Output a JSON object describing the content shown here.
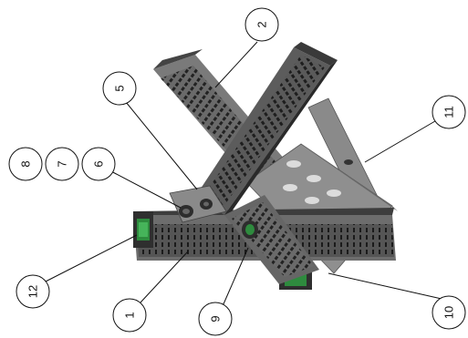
{
  "callouts": [
    {
      "id": "c1",
      "label": "1"
    },
    {
      "id": "c2",
      "label": "2"
    },
    {
      "id": "c5",
      "label": "5"
    },
    {
      "id": "c6",
      "label": "6"
    },
    {
      "id": "c7",
      "label": "7"
    },
    {
      "id": "c8",
      "label": "8"
    },
    {
      "id": "c9",
      "label": "9"
    },
    {
      "id": "c10",
      "label": "10"
    },
    {
      "id": "c11",
      "label": "11"
    },
    {
      "id": "c12",
      "label": "12"
    }
  ],
  "colors": {
    "channel_dark": "#3a3a3a",
    "channel_mid": "#6a6a6a",
    "channel_light": "#9a9a9a",
    "plate": "#8c8c8c",
    "brace": "#7a7a7a",
    "end_cap": "#2e8b3e",
    "line": "#111111"
  }
}
